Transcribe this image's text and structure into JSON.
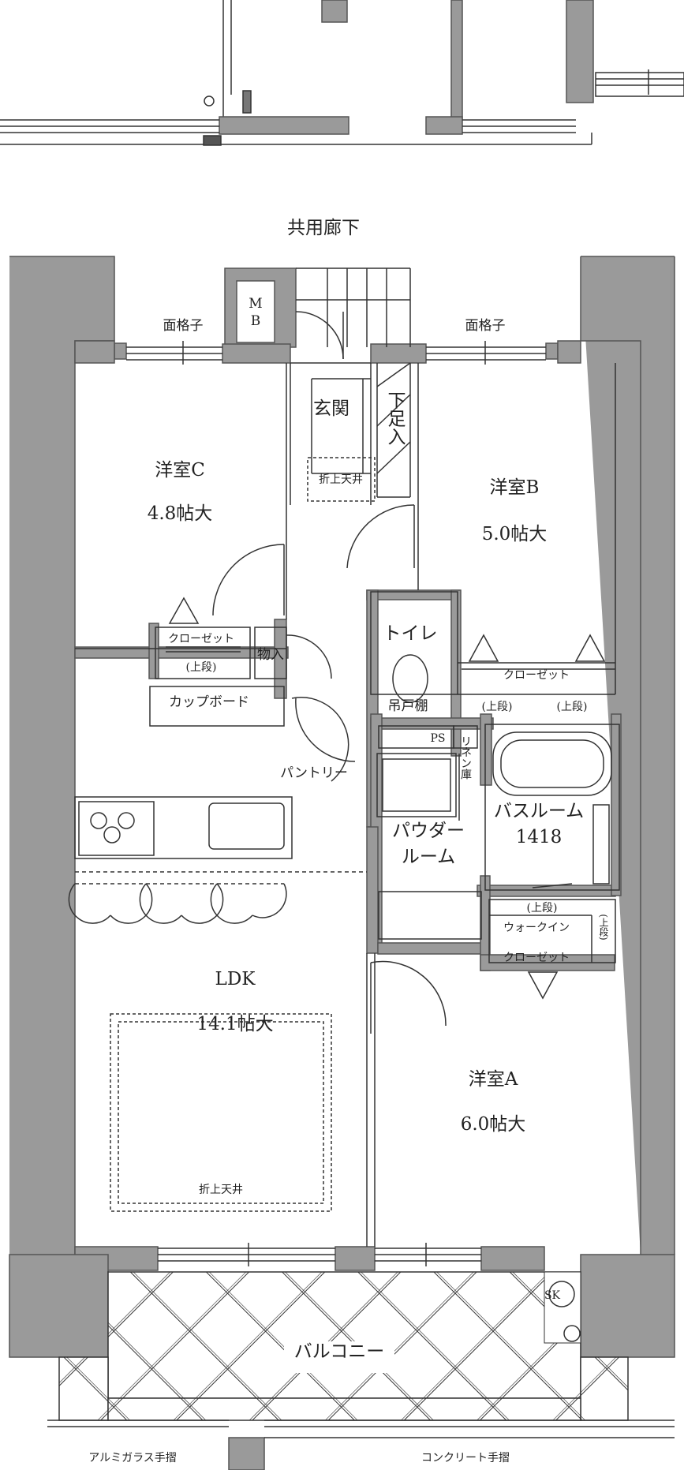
{
  "colors": {
    "wall": "#9a9a9a",
    "wall_stroke": "#555555",
    "line": "#333333",
    "background": "#ffffff"
  },
  "labels": {
    "corridor": "共用廊下",
    "lattice_left": "面格子",
    "lattice_right": "面格子",
    "mb": "M\nB",
    "entrance": "玄関",
    "shoe_box": "下足入",
    "fold_ceiling_entrance": "折上天井",
    "room_c_name": "洋室C",
    "room_c_size": "4.8帖大",
    "room_b_name": "洋室B",
    "room_b_size": "5.0帖大",
    "toilet": "トイレ",
    "hanging_shelf": "吊戸棚",
    "closet_c": "クローゼット",
    "closet_c_upper": "(上段)",
    "storage": "物入",
    "cupboard": "カップボード",
    "closet_b": "クローゼット",
    "closet_b_upper_1": "(上段)",
    "closet_b_upper_2": "(上段)",
    "ps": "PS",
    "pantry": "パントリー",
    "linen": "リネン庫",
    "bathroom": "バスルーム",
    "bath_size": "1418",
    "powder_room_1": "パウダー",
    "powder_room_2": "ルーム",
    "wic_upper": "(上段)",
    "wic": "ウォークイン",
    "wic_upper_side": "(上段)",
    "wic_closet": "クローゼット",
    "ldk_name": "LDK",
    "ldk_size": "14.1帖大",
    "fold_ceiling_ldk": "折上天井",
    "room_a_name": "洋室A",
    "room_a_size": "6.0帖大",
    "balcony": "バルコニー",
    "sk": "SK",
    "glass_rail": "アルミガラス手摺",
    "concrete_rail": "コンクリート手摺"
  }
}
